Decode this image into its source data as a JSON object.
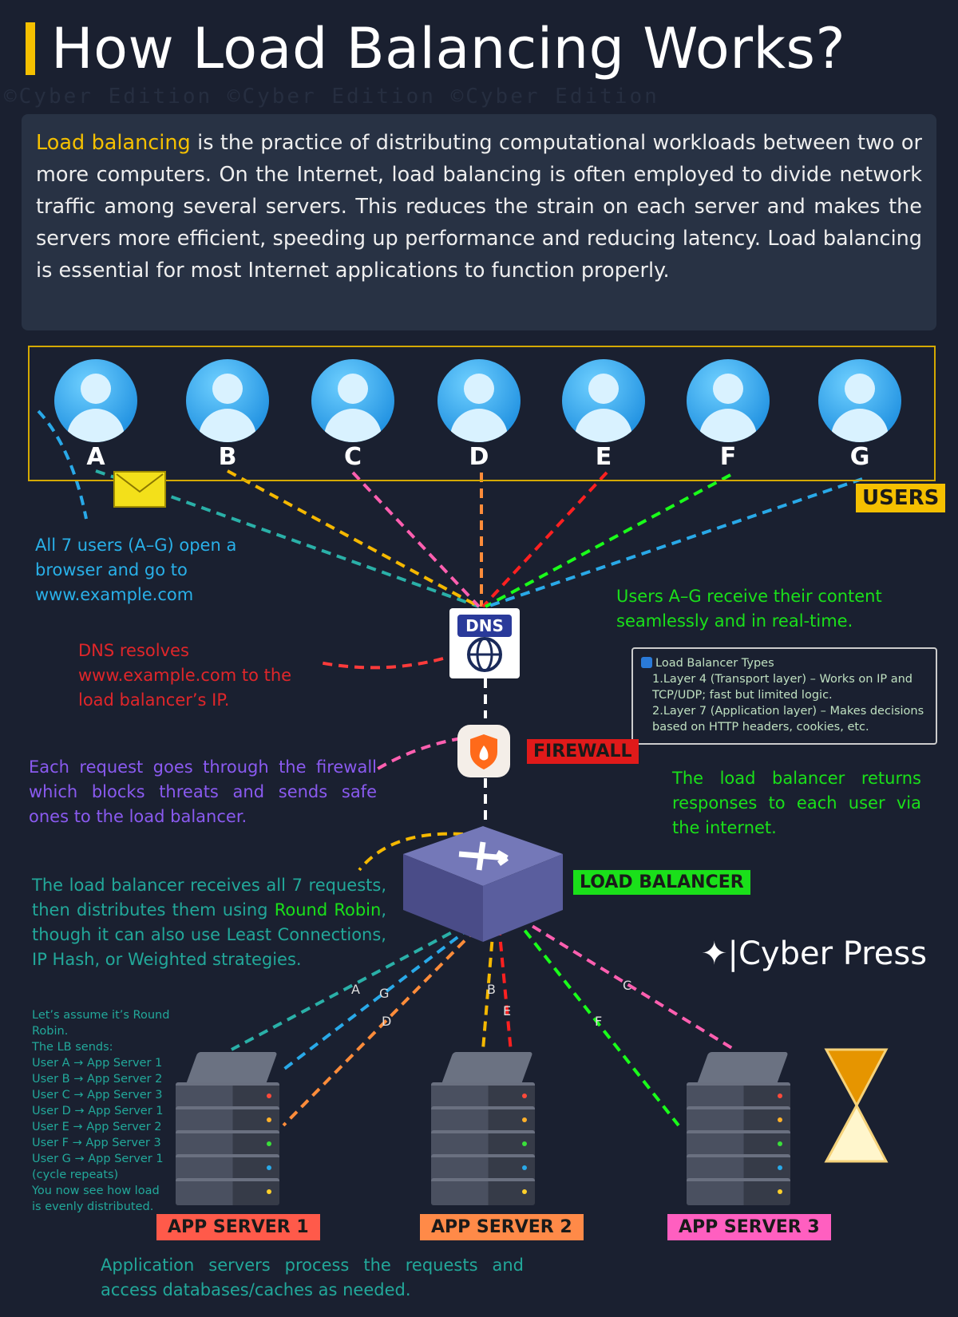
{
  "title": "How Load Balancing Works?",
  "watermark": "©Cyber Edition ©Cyber Edition ©Cyber Edition",
  "intro": {
    "highlight": "Load balancing",
    "text": " is the practice of distributing computational workloads between two or more computers. On the Internet, load balancing is often employed to divide network traffic among several servers. This reduces the strain on each server and makes the servers more efficient, speeding up performance and reducing latency. Load balancing is essential for most Internet applications to function properly."
  },
  "users": {
    "label": "USERS",
    "items": [
      "A",
      "B",
      "C",
      "D",
      "E",
      "F",
      "G"
    ]
  },
  "notes": {
    "users_open": "All 7 users (A–G) open a browser and go to www.example.com",
    "users_receive": "Users A–G receive their content seamlessly and in real-time.",
    "dns": "DNS resolves www.example.com to the load balancer’s IP.",
    "firewall": "Each request goes through the firewall which blocks threats and sends safe ones to the load balancer.",
    "lb_returns": "The load balancer returns responses to each user via the internet.",
    "lb_pre": "The load balancer receives all 7 requests, then distributes them using ",
    "lb_rr": "Round Robin",
    "lb_post": ", though it can also use Least Connections, IP Hash, or Weighted strategies.",
    "app_servers": "Application servers process the requests and access databases/caches as needed."
  },
  "dns_label": "DNS",
  "firewall_label": "FIREWALL",
  "lb_label": "LOAD BALANCER",
  "lb_types": {
    "title": "Load Balancer Types",
    "items": [
      "1.Layer 4 (Transport layer) – Works on IP and TCP/UDP; fast but limited logic.",
      "2.Layer 7 (Application layer) – Makes decisions based on HTTP headers, cookies, etc."
    ]
  },
  "brand": "|Cyber Press",
  "round_robin": [
    "Let’s assume it’s Round Robin.",
    "The LB sends:",
    "User A → App Server 1",
    "User B → App Server 2",
    "User C → App Server 3",
    "User D → App Server 1",
    "User E → App Server 2",
    "User F → App Server 3",
    "User G → App Server 1",
    "(cycle repeats)",
    "You now see how load",
    "is evenly distributed."
  ],
  "servers": [
    {
      "label": "APP SERVER 1",
      "color": "#ff5a4a"
    },
    {
      "label": "APP SERVER 2",
      "color": "#ff8a48"
    },
    {
      "label": "APP SERVER 3",
      "color": "#ff5fc0"
    }
  ],
  "colors": {
    "A": "#2ab0a8",
    "B": "#f5b800",
    "C": "#ff5fb0",
    "D": "#ff8c3a",
    "E": "#ff2020",
    "F": "#1aff1a",
    "G": "#29a9e8"
  }
}
